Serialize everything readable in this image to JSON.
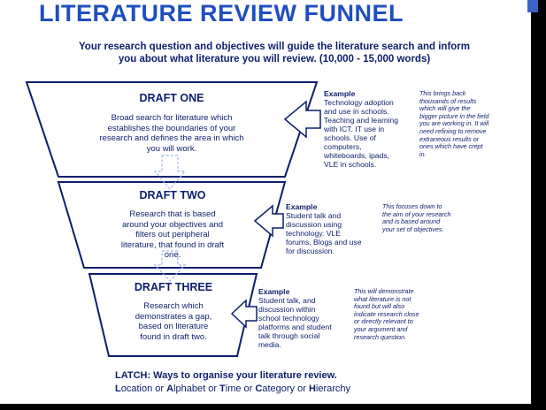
{
  "title": "LITERATURE REVIEW FUNNEL",
  "subtitle_line1": "Your research question and objectives will guide the literature search and inform",
  "subtitle_line2": "you about what literature you will review. (10,000 - 15,000 words)",
  "drafts": [
    {
      "title": "DRAFT ONE",
      "body": [
        "Broad search for literature which",
        "establishes the boundaries of your",
        "research and defines the area in which",
        "you will work."
      ],
      "example_label": "Example",
      "example": [
        "Technology adoption",
        "and use in schools.",
        "Teaching and learning",
        "with ICT. IT use in",
        "schools. Use of",
        "computers,",
        "whiteboards, ipads,",
        "VLE in schools."
      ],
      "note": [
        "This brings back",
        "thousands of results",
        "which will give the",
        "bigger picture in the field",
        "you are working in. It will",
        "need refining to remove",
        "extraneous results or",
        "ones which have crept",
        "in."
      ]
    },
    {
      "title": "DRAFT TWO",
      "body": [
        "Research that is based",
        "around your objectives and",
        "filters out peripheral",
        "literature, that found in draft",
        "one."
      ],
      "example_label": "Example",
      "example": [
        "Student talk and",
        "discussion using",
        "technology. VLE",
        "forums, Blogs and use",
        "for discussion."
      ],
      "note": [
        "This focuses down to",
        "the aim of your research",
        "and is based around",
        "your set of objectives."
      ]
    },
    {
      "title": "DRAFT THREE",
      "body": [
        "Research which",
        "demonstrates a gap,",
        "based on literature",
        "found in draft two."
      ],
      "example_label": "Example",
      "example": [
        "Student talk, and",
        "discussion within",
        "school technology",
        "platforms and student",
        "talk through social",
        "media."
      ],
      "note": [
        "This will demonstrate",
        "what literature is not",
        "found but will also",
        "indicate research close",
        "or directly relevant to",
        "your argument and",
        "research question."
      ]
    }
  ],
  "latch": {
    "line1": "LATCH: Ways to organise your literature review.",
    "line2_parts": [
      "L",
      "ocation or ",
      "A",
      "lphabet or ",
      "T",
      "ime or ",
      "C",
      "ategory or ",
      "H",
      "ierarchy"
    ]
  },
  "colors": {
    "title": "#1f4fbf",
    "text": "#0c1f6e",
    "outline": "#0c1f6e",
    "dashed_arrow": "#9fb8e6"
  }
}
